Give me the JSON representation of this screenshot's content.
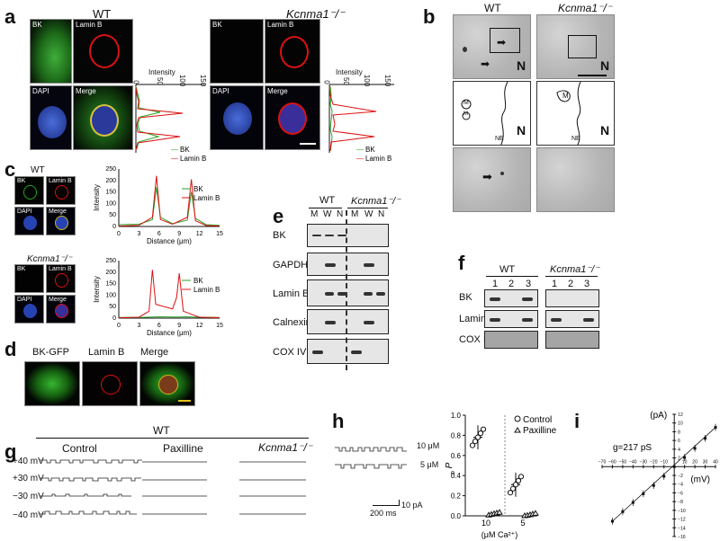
{
  "panels": {
    "a": {
      "letter": "a",
      "wt_title": "WT",
      "ko_title": "Kcnma1⁻/⁻",
      "bk": "BK",
      "lamin": "Lamin B",
      "dapi": "DAPI",
      "merge": "Merge",
      "intensity": "Intensity",
      "ticks": [
        "0",
        "50",
        "100",
        "150"
      ],
      "legend_bk": "BK",
      "legend_lamin": "Lamin B"
    },
    "b": {
      "letter": "b",
      "wt_title": "WT",
      "ko_title": "Kcnma1⁻/⁻",
      "n": "N",
      "ne": "NE",
      "m": "M"
    },
    "c": {
      "letter": "c",
      "wt_title": "WT",
      "ko_title": "Kcnma1⁻/⁻",
      "bk": "BK",
      "lamin": "Lamin B",
      "dapi": "DAPI",
      "merge": "Merge",
      "ylabel": "Intensity",
      "xlabel": "Distance (μm)",
      "legend_bk": "BK",
      "legend_lamin": "Lamin B",
      "xticks": [
        "0",
        "3",
        "6",
        "9",
        "12",
        "15"
      ],
      "yticks": [
        "0",
        "50",
        "100",
        "150",
        "200",
        "250"
      ]
    },
    "d": {
      "letter": "d",
      "bkgfp": "BK-GFP",
      "lamin": "Lamin B",
      "merge": "Merge"
    },
    "e": {
      "letter": "e",
      "wt": "WT",
      "ko": "Kcnma1⁻/⁻",
      "lanes": [
        "M",
        "W",
        "N",
        "M",
        "W",
        "N"
      ],
      "rows": [
        "BK",
        "GAPDH",
        "Lamin B",
        "Calnexin",
        "COX IV"
      ]
    },
    "f": {
      "letter": "f",
      "wt": "WT",
      "ko": "Kcnma1⁻/⁻",
      "lanes": [
        "1",
        "2",
        "3",
        "1",
        "2",
        "3"
      ],
      "rows": [
        "BK",
        "Lamin B",
        "COX IV"
      ]
    },
    "g": {
      "letter": "g",
      "wt": "WT",
      "control": "Control",
      "paxilline": "Paxilline",
      "ko": "Kcnma1⁻/⁻",
      "voltages": [
        "+40 mV",
        "+30 mV",
        "−30 mV",
        "−40 mV"
      ]
    },
    "h": {
      "letter": "h",
      "c10": "10 μM",
      "c5": "5 μM",
      "scale_pa": "10 pA",
      "scale_ms": "200 ms",
      "ylabel": "P",
      "ysub": "o",
      "yticks": [
        "0.0",
        "0.2",
        "0.4",
        "0.6",
        "0.8",
        "1.0"
      ],
      "xticks": [
        "10",
        "5"
      ],
      "xlabel": "(μM Ca²⁺)",
      "legend_control": "Control",
      "legend_pax": "Paxilline"
    },
    "i": {
      "letter": "i",
      "ylabel": "(pA)",
      "xlabel": "(mV)",
      "g": "g=217 pS",
      "xticks": [
        "−70",
        "−60",
        "−50",
        "−40",
        "−30",
        "−20",
        "−10",
        "10",
        "20",
        "30",
        "40"
      ],
      "yticks": [
        "12",
        "10",
        "8",
        "6",
        "4",
        "2",
        "−2",
        "−4",
        "−6",
        "−8",
        "−10",
        "−12",
        "−14",
        "−16"
      ]
    }
  },
  "chart_data": [
    {
      "type": "line",
      "panel": "c-WT",
      "xlabel": "Distance (μm)",
      "ylabel": "Intensity",
      "xlim": [
        0,
        15
      ],
      "ylim": [
        0,
        250
      ],
      "series": [
        {
          "name": "BK",
          "x": [
            0,
            3,
            5,
            5.6,
            6.2,
            8,
            10.2,
            10.8,
            11.4,
            13,
            15
          ],
          "y": [
            8,
            10,
            30,
            170,
            40,
            12,
            28,
            150,
            35,
            8,
            5
          ]
        },
        {
          "name": "Lamin B",
          "x": [
            0,
            3,
            5,
            5.6,
            6.2,
            8,
            10.2,
            10.8,
            11.4,
            13,
            15
          ],
          "y": [
            2,
            5,
            40,
            220,
            30,
            10,
            40,
            205,
            25,
            4,
            2
          ]
        }
      ]
    },
    {
      "type": "line",
      "panel": "c-KO",
      "xlabel": "Distance (μm)",
      "ylabel": "Intensity",
      "xlim": [
        0,
        15
      ],
      "ylim": [
        0,
        250
      ],
      "series": [
        {
          "name": "BK",
          "x": [
            0,
            3,
            5,
            6,
            8,
            9,
            10,
            12,
            15
          ],
          "y": [
            3,
            3,
            5,
            6,
            5,
            5,
            6,
            4,
            3
          ]
        },
        {
          "name": "Lamin B",
          "x": [
            0,
            3,
            4.5,
            5,
            5.5,
            8,
            8.6,
            9,
            9.6,
            12,
            15
          ],
          "y": [
            2,
            4,
            30,
            210,
            60,
            40,
            90,
            195,
            30,
            4,
            2
          ]
        }
      ]
    },
    {
      "type": "scatter",
      "panel": "h",
      "ylabel": "Po",
      "categories": [
        "10",
        "5"
      ],
      "ylim": [
        0,
        1.0
      ],
      "series": [
        {
          "name": "Control",
          "values": [
            0.78,
            0.31
          ]
        },
        {
          "name": "Paxilline",
          "values": [
            0.02,
            0.01
          ]
        }
      ]
    },
    {
      "type": "line",
      "panel": "i",
      "xlabel": "(mV)",
      "ylabel": "(pA)",
      "xlim": [
        -70,
        40
      ],
      "ylim": [
        -16,
        12
      ],
      "series": [
        {
          "name": "I-V",
          "x": [
            -60,
            -50,
            -40,
            -30,
            -20,
            -10,
            0,
            10,
            20,
            30,
            40
          ],
          "y": [
            -12.5,
            -10.3,
            -8.2,
            -6.2,
            -4.3,
            -2.2,
            0,
            2.1,
            4.2,
            6.5,
            9.0
          ]
        }
      ]
    }
  ]
}
